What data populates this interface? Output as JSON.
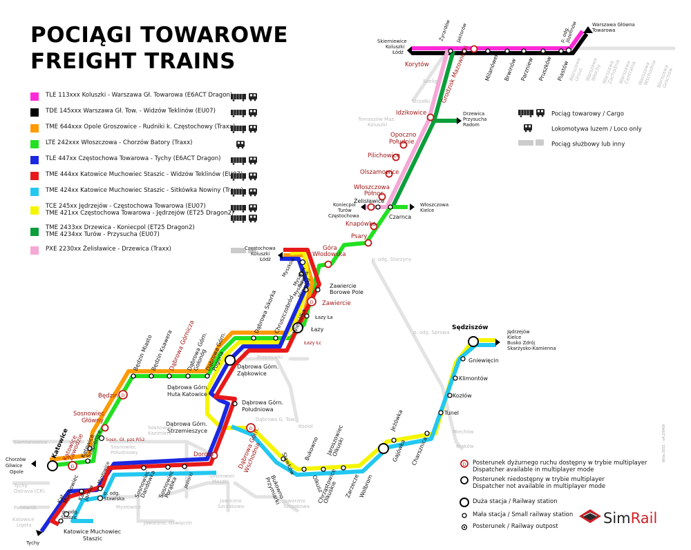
{
  "title": {
    "line1": "POCIĄGI TOWAROWE",
    "line2": "FREIGHT TRAINS"
  },
  "legend": [
    {
      "color": "#ff2bd6",
      "text": "TLE 113xxx Koluszki - Warszawa Gł. Towarowa (E6ACT Dragon)",
      "icon": "cargo"
    },
    {
      "color": "#000000",
      "text": "TDE 145xxx Warszawa Gł. Tow. - Widzów Teklinów (EU07)",
      "icon": "cargo"
    },
    {
      "color": "#ff9a00",
      "text": "TME 644xxx Opole Groszowice - Rudniki k. Częstochowy (Traxx)",
      "icon": "cargo"
    },
    {
      "color": "#22e022",
      "text": "LTE 242xxx Włoszczowa - Chorzów Batory (Traxx)",
      "icon": "loco"
    },
    {
      "color": "#1a28e0",
      "text": "TLE 447xx Częstochowa Towarowa - Tychy (E6ACT Dragon)",
      "icon": "cargo"
    },
    {
      "color": "#e81919",
      "text": "TME 444xx Katowice Muchowiec Staszic - Widzów Teklinów (EU07)",
      "icon": "cargo"
    },
    {
      "color": "#22c8f0",
      "text": "TME 424xx Katowice Muchowiec Staszic - Sitkówka Nowiny (Traxx)",
      "icon": "cargo"
    },
    {
      "color": "#f5f500",
      "text": "TCE 245xx Jędrzejów - Częstochowa Towarowa (EU07)",
      "text2": "TME 421xx Częstochowa Towarowa - Jędrzejów (ET25 Dragon2)",
      "icon": "cargo2"
    },
    {
      "color": "#0b9e3a",
      "text": "TME 2433xx Drzewica - Koniecpol (ET25 Dragon2)",
      "text2": "TME 4234xx Turów - Przysucha (EU07)",
      "icon": "none"
    },
    {
      "color": "#f5a8d6",
      "text": "PXE 2230xx Żelisławice - Drzewica (Traxx)",
      "icon": "service"
    }
  ],
  "train_kinds": [
    {
      "label": "Pociąg towarowy / Cargo",
      "icon": "cargo"
    },
    {
      "label": "Lokomotywa luzem / Loco only",
      "icon": "loco"
    },
    {
      "label": "Pociąg służbowy lub inny",
      "icon": "service"
    }
  ],
  "station_legend": [
    {
      "symbol": "dispatcher-available",
      "label": "Posterunek dyżurnego ruchu dostępny w trybie multiplayer",
      "label2": "Dispatcher available in multiplayer mode"
    },
    {
      "symbol": "dispatcher-unavailable",
      "label": "Posterunek niedostępny w trybie multiplayer",
      "label2": "Dispatcher not available in multiplayer mode"
    },
    {
      "symbol": "large-station",
      "label": "Duża stacja / Railway station"
    },
    {
      "symbol": "small-station",
      "label": "Mała stacja / Small railway station"
    },
    {
      "symbol": "outpost",
      "label": "Posterunek / Railway outpost"
    }
  ],
  "brand": {
    "part1": "Sim",
    "part2": "Rail"
  },
  "version": "Wiza 2021 - v4.2/04/0",
  "terminals": {
    "warszawa_gl_tow": [
      "Warszawa Główna",
      "Towarowa"
    ],
    "skierniewice": [
      "Skierniewice",
      "Koluszki",
      "Łódź"
    ],
    "drzewica": [
      "Drzewica",
      "Przysucha",
      "Radom"
    ],
    "koniecpol": [
      "Koniecpol",
      "Turów",
      "Częstochowa"
    ],
    "wloszczowa_kielce": [
      "Włoszczowa",
      "Kielce"
    ],
    "czestochowa": [
      "Częstochowa",
      "Koluszki",
      "Łódź"
    ],
    "jedrzejow": [
      "Jędrzejów",
      "Kielce",
      "Busko Zdrój",
      "Skarżysko-Kamienna"
    ],
    "chorzow": [
      "Chorzów",
      "Gliwice",
      "Opole"
    ],
    "tychy": [
      "Tychy"
    ]
  },
  "stations": {
    "zyrardow": "Żyrardów",
    "jaktorow": "Jaktorów",
    "p_odg_jozefinow": [
      "p. odg.",
      "Józefinów"
    ],
    "milanowek": "Milanówek",
    "brwinow": "Brwinów",
    "parzniew": "Parzniew",
    "pruszkow": "Pruszków",
    "piastow": "Piastów",
    "warszawa_ursus": [
      "Warszawa",
      "Ursus"
    ],
    "warszawa_wlochy": [
      "Warszawa",
      "Włochy"
    ],
    "warszawa_zachodnia": [
      "Warszawa",
      "Zachodnia"
    ],
    "warszawa_centralna": [
      "Warszawa",
      "Centralna"
    ],
    "warszawa_wschodnia": [
      "Warszawa",
      "Wschodnia"
    ],
    "warszawa_grochow": [
      "Warszawa",
      "Grochów"
    ],
    "korytow": "Korytów",
    "szeligi": "Szeligi",
    "strzalki": "Strzałki",
    "grodzisk": "Grodzisk Mazowiecki",
    "idzikowice": "Idzikowice",
    "tomaszow": [
      "Tomaszów Maz.",
      "Koluszki"
    ],
    "opoczno": [
      "Opoczno",
      "Południe"
    ],
    "pilichowice": "Pilichowice",
    "olszamowice": "Olszamowice",
    "wloszczowa": [
      "Włoszczowa",
      "Północ"
    ],
    "zelislawice": "Żelisławice",
    "czarnca": "Czarnca",
    "knapowka": "Knapówka",
    "psary": "Psary",
    "gora_wlodowska": [
      "Góra",
      "Włodowska"
    ],
    "p_odg_starzyny": "p. odg. Starzyny",
    "myszkow": "Myszków",
    "myszkow_swietlik": [
      "Myszków",
      "Światlik"
    ],
    "myszkow_mrzyglod": [
      "Myszków",
      "Mrzygłód"
    ],
    "zawiercie_bp": [
      "Zawiercie",
      "Borowe Pole"
    ],
    "zawiercie": "Zawiercie",
    "lazy_la": "Łazy Ła",
    "lazy": "Łazy",
    "lazy_lc": "Łazy Łc",
    "p_odg_sprowa": "p. odg. Sprowa",
    "sedziszow": "Sędziszów",
    "dabrowa_sikorka": "Dąbrowa Sikorka",
    "chruszczobrod": "Chruszczobród",
    "wiesiolka": "Wiesiółka",
    "bedzin_miasto": "Będzin Miasto",
    "bedzin_ksawera": "Będzin Ksawera",
    "dabrowa_gornicza": "Dąbrowa Górnicza",
    "dabrowa_golonog": [
      "Dąbrowa Górn.",
      "Gołonóg"
    ],
    "dabrowa_pogoria": [
      "Dąbrowa Górn.",
      "Pogoria"
    ],
    "dabrowa_zabkowice": [
      "Dąbrowa Górn.",
      "Ząbkowice"
    ],
    "przemiarki": "Przemiarki",
    "bedzin": "Będzin",
    "dabrowa_huta": [
      "Dąbrowa Górn.",
      "Huta Katowice"
    ],
    "dabrowa_poludniowa": [
      "Dąbrowa Górn.",
      "Południowa"
    ],
    "dabrowa_strzemieszyce": [
      "Dąbrowa Górn.",
      "Strzemieszyce"
    ],
    "dabrowa_g_tow": "Dąbrowa G. Tow.",
    "kozioł": "Kozioł",
    "dabrowa_wschodnia": [
      "Dąbrowa Górn.",
      "Wschodnia"
    ],
    "dorota": "Dorota",
    "sosnowiec_glowny": [
      "Sosnowiec",
      "Główny"
    ],
    "sosn_gl_pzs": "Sosn. Gł. pzs R52",
    "sosnowiec_kazimierz": [
      "Sosnowiec",
      "Kazimierz"
    ],
    "sosnowiec_poludniowy": [
      "Sosnowiec",
      "Południowy"
    ],
    "sosnowiec_maczki": [
      "Sosnowiec",
      "Maczki"
    ],
    "jaworzno_szczakowa": [
      "Jaworzno",
      "Szczakowa"
    ],
    "slawkow": "Sławków",
    "bukowno_przymiarki": [
      "Bukowno",
      "Przymiarki"
    ],
    "bukowno": "Bukowno",
    "jaroszowiec": [
      "Jaroszowiec",
      "Olkuski"
    ],
    "olkusz": "Olkusz",
    "chrzastowice": [
      "Chrząstowice",
      "Olkuskie"
    ],
    "zarzecze": "Zarzecze",
    "wolbrom": "Wolbrom",
    "jezowka": "Jeżówka",
    "gajowka": "Gajówka",
    "charsznica": "Charsznica",
    "tunel": "Tunel",
    "miechow": "Miechów",
    "krakow": "Kraków",
    "kozlow": "Kozłów",
    "klimontow": "Klimontów",
    "gniewiecin": "Gniewięcin",
    "katowice": "Katowice",
    "katowice_zawodzie": [
      "Katowice",
      "Zawodzie"
    ],
    "katowice_szopienice": [
      "Katowice",
      "Szopienice"
    ],
    "siemianowice": "Siemianowice",
    "kat_muchowiec": [
      "Kat.",
      "Muchowiec"
    ],
    "kat_janow": [
      "Kat.",
      "Janów"
    ],
    "myslowice_nz": "Mysłowice",
    "p_odg_stawiska": [
      "p. odg.",
      "Stawiska"
    ],
    "sosnowiec_dandowka": [
      "Sosnowiec",
      "Dandówka"
    ],
    "sosnowiec_porabka": [
      "Sosnowiec",
      "Porąbka"
    ],
    "jeziorki": "Jeziorki",
    "myslowice": "Mysłowice",
    "tychy_ostrava": [
      "Tychy",
      "Ostrava (CR)"
    ],
    "panewnik": "Panewnik",
    "katowice_ligota": [
      "Katowice",
      "Ligota"
    ],
    "p_odg_staszic": [
      "p. odg.",
      "Staszic"
    ],
    "katowice_muchowiec_staszic": [
      "Katowice Muchowiec",
      "Staszic"
    ],
    "jaworzno_oswiecim": "Jaworzno, Oświęcim",
    "jaworzno_szczakowa2": [
      "Jaworzno",
      "Szczakowa"
    ]
  }
}
